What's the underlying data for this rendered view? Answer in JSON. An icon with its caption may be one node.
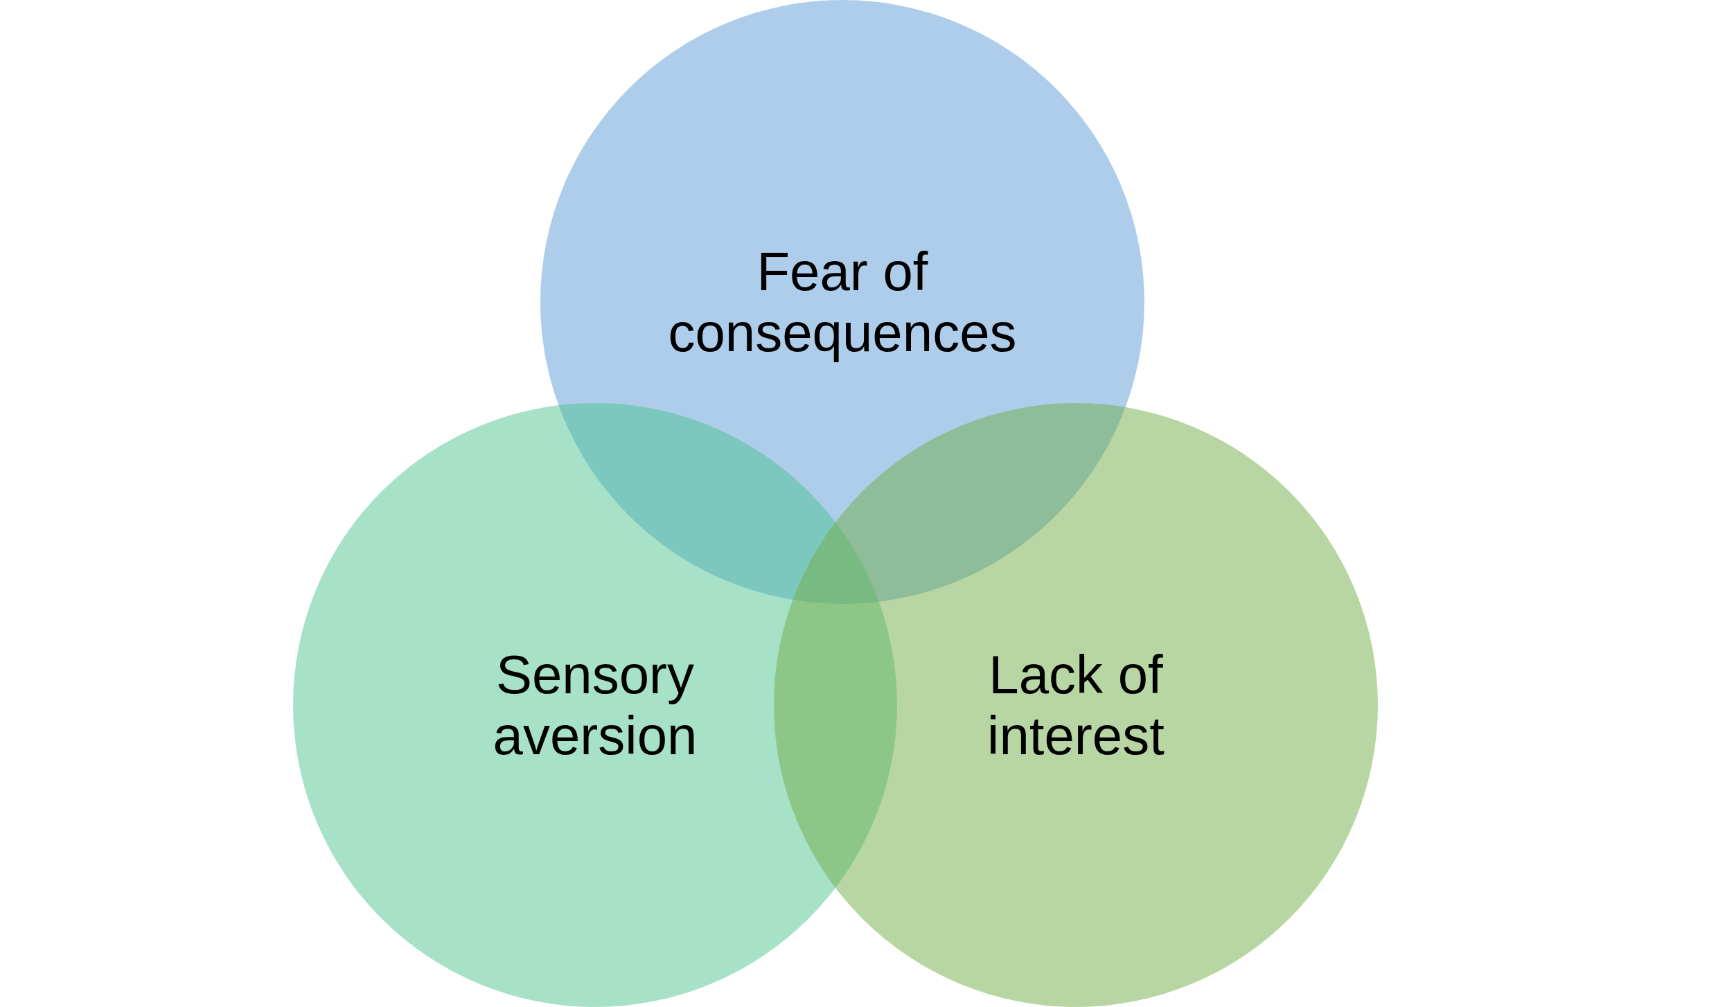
{
  "diagram": {
    "nodes": [
      {
        "text": [
          "Fear of consequences"
        ]
      },
      {
        "text": [
          "Sensory aversion"
        ]
      },
      {
        "text": [
          "Lack of interest"
        ]
      }
    ]
  }
}
